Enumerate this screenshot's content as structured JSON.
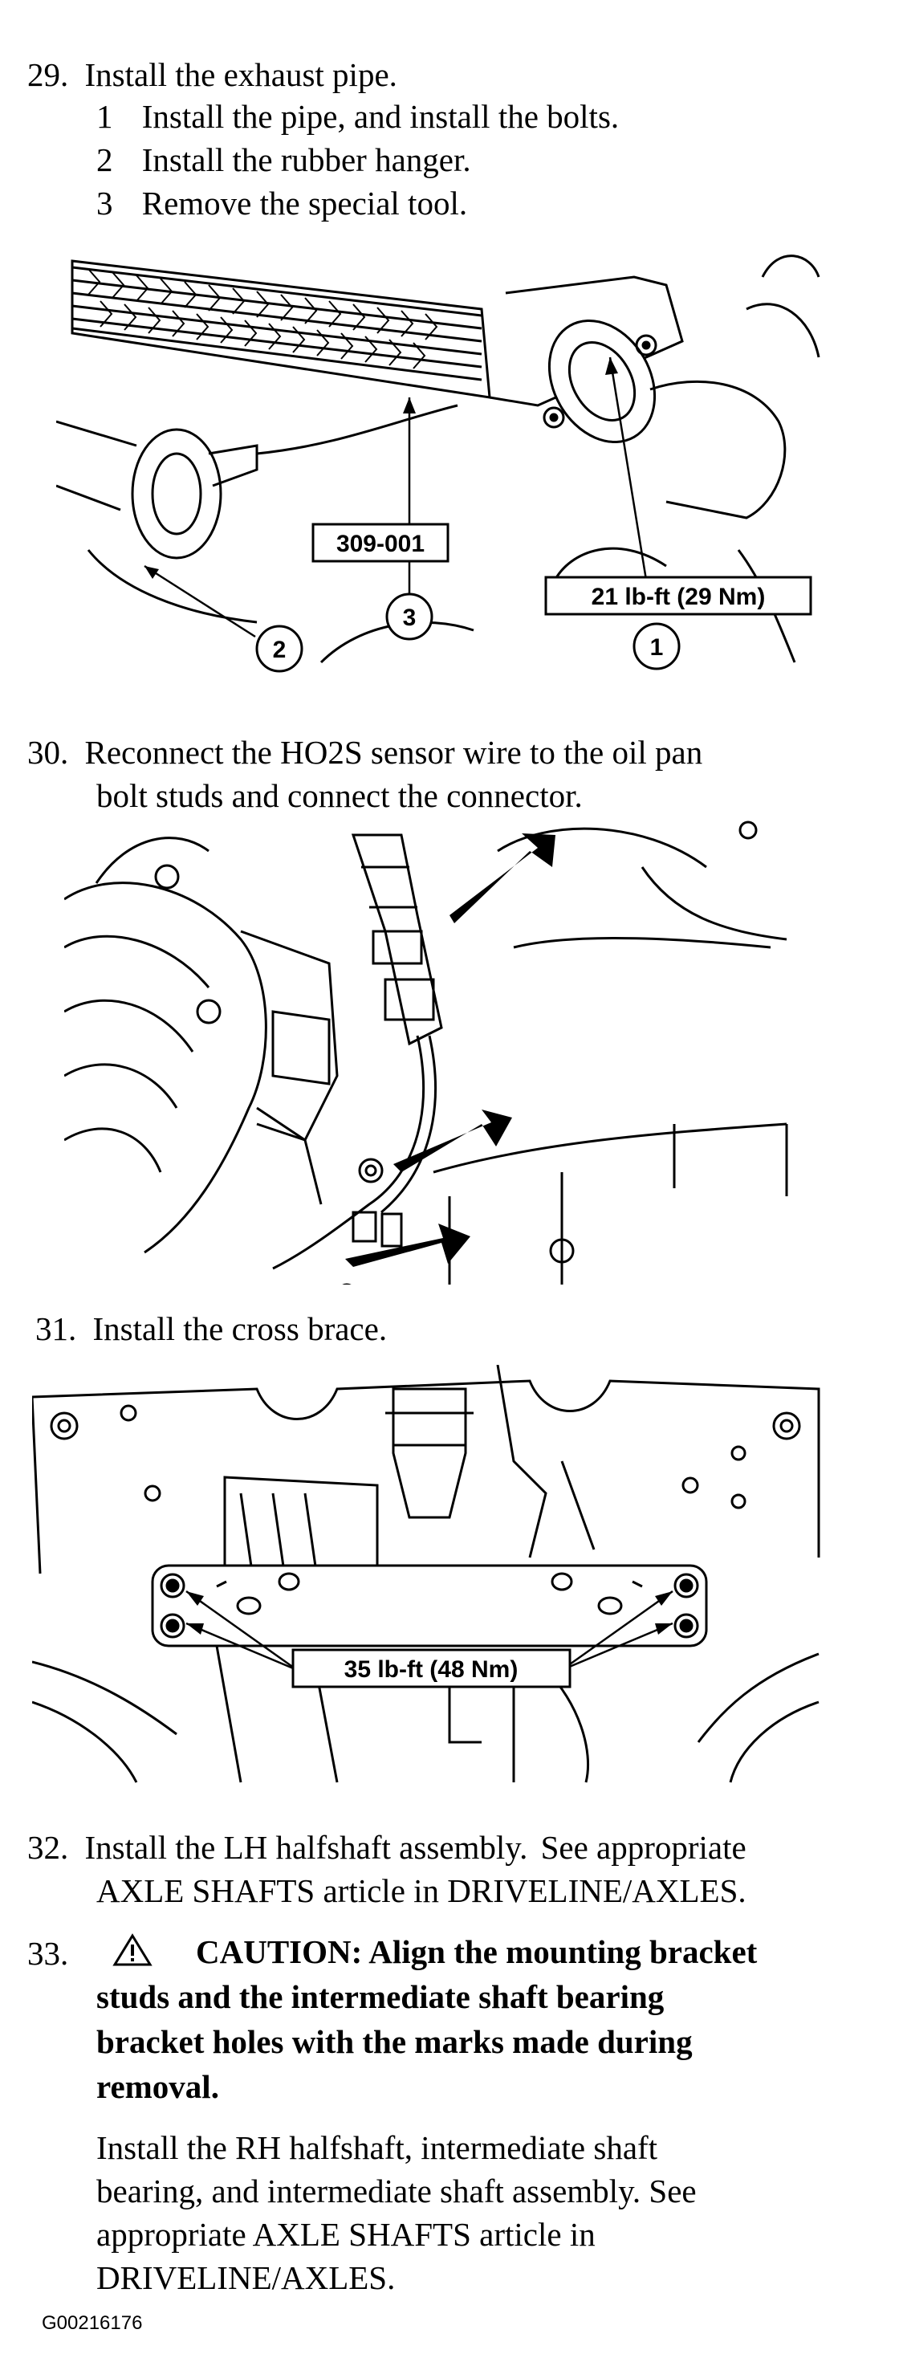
{
  "steps": {
    "s29": {
      "number": "29.",
      "text": "Install the exhaust pipe.",
      "substeps": [
        {
          "num": "1",
          "text": "Install the pipe, and install the bolts."
        },
        {
          "num": "2",
          "text": "Install the rubber hanger."
        },
        {
          "num": "3",
          "text": "Remove the special tool."
        }
      ],
      "figure": {
        "tool_label": "309-001",
        "torque_label": "21 lb-ft (29 Nm)",
        "callouts": [
          "1",
          "2",
          "3"
        ]
      }
    },
    "s30": {
      "number": "30.",
      "line1": "Reconnect the HO2S sensor wire to the oil pan",
      "line2": "bolt studs and connect the connector."
    },
    "s31": {
      "number": "31.",
      "text": "Install the cross brace.",
      "figure": {
        "torque_label": "35 lb-ft (48 Nm)"
      }
    },
    "s32": {
      "number": "32.",
      "line1_a": "Install the LH halfshaft assembly.",
      "line1_b": "See appropriate",
      "line2": "AXLE SHAFTS article in DRIVELINE/AXLES."
    },
    "s33": {
      "number": "33.",
      "caution_line1": "CAUTION: Align the mounting bracket",
      "caution_line2": "studs and the intermediate shaft bearing",
      "caution_line3": "bracket holes with the marks made during",
      "caution_line4": "removal.",
      "body_line1": "Install the RH halfshaft, intermediate shaft",
      "body_line2": "bearing, and intermediate shaft assembly. See",
      "body_line3": "appropriate AXLE SHAFTS article in",
      "body_line4": "DRIVELINE/AXLES."
    }
  },
  "footer": {
    "figure_id": "G00216176"
  }
}
